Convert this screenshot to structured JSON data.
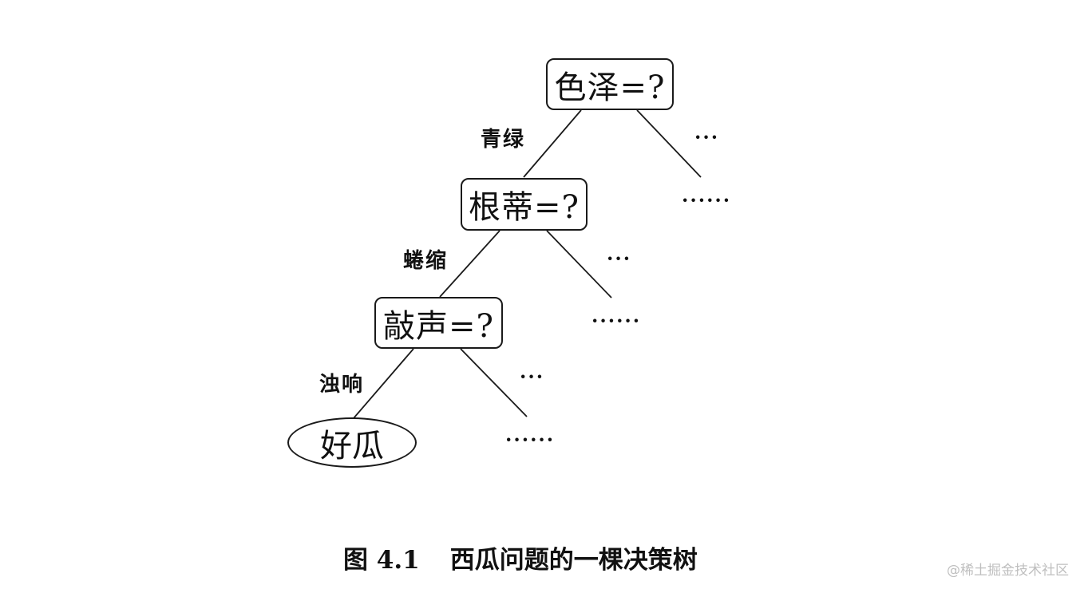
{
  "nodes": {
    "root": "色泽=?",
    "level2": "根蒂=?",
    "level3": "敲声=?",
    "leaf": "好瓜"
  },
  "edge_labels": {
    "e1": "青绿",
    "e2": "蜷缩",
    "e3": "浊响"
  },
  "ellipses": {
    "short": "···",
    "long": "······"
  },
  "caption": {
    "prefix": "图 4.1",
    "title": "西瓜问题的一棵决策树"
  },
  "watermark": "@稀土掘金技术社区"
}
